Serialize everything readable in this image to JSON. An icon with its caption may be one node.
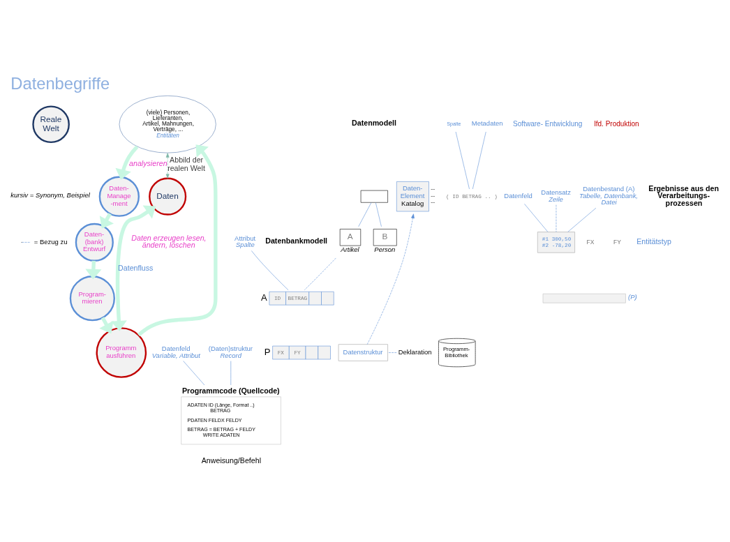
{
  "diagram": {
    "title": "Datenbegriffe",
    "nodes": [
      {
        "text": [
          "Reale Welt"
        ]
      },
      {
        "text": [
          "(viele) Personen, Lieferanten, Artikel, Mahnungen, Verträge, ...",
          "Entitäten"
        ]
      },
      {
        "text": [
          "Daten- Manage -ment"
        ]
      },
      {
        "text": [],
        "shape": "box"
      },
      {
        "text": [
          "A"
        ],
        "beside": [
          "Artikel"
        ]
      },
      {
        "text": [
          "B"
        ],
        "beside": [
          "Person"
        ]
      },
      {
        "text": [
          "Daten- Element",
          "Katalog"
        ],
        "beside": [
          "--",
          "--",
          "--"
        ]
      },
      {
        "text": [
          "Daten- (bank) Entwurf"
        ]
      },
      {
        "text": [
          "Spalte"
        ]
      },
      {
        "text": [
          "Datenfeld"
        ]
      },
      {
        "text": [
          "Metadaten"
        ]
      },
      {
        "text": [
          "( ID BETRAG .. )"
        ]
      },
      {
        "text": [
          "Attribut"
        ],
        "beside": [
          "Spalte"
        ]
      },
      {
        "text": [
          "ID",
          "BETRAG"
        ],
        "beside": [
          "A"
        ]
      },
      {
        "text": [
          "Datenstruktur"
        ]
      },
      {
        "text": [
          "FX",
          "FY"
        ],
        "beside": [
          "P"
        ]
      },
      {
        "text": [
          "Datensatz"
        ],
        "beside": [
          "Zeile"
        ]
      },
      {
        "text": [
          "#1 300,50",
          "#2 -78,20"
        ]
      },
      {
        "text": [
          "Datenbestand (A)"
        ],
        "beside": [
          "Tabelle, Datenbank, Datei"
        ]
      },
      {
        "text": [],
        "shape": "box",
        "beside": [
          "(P)"
        ]
      },
      {
        "text": [
          "Programmcode (Quellcode)",
          "ADATEN ID (Länge, Format ..) BETRAG",
          "PDATEN FELDX FELDY",
          "BETRAG = BETRAG + FELDY WRITE ADATEN"
        ]
      },
      {
        "text": [
          "Deklaration"
        ]
      },
      {
        "text": [
          "Datenfeld"
        ],
        "beside": [
          "Variable, Attribut"
        ]
      },
      {
        "text": [
          "(Daten)struktur"
        ],
        "beside": [
          "Record"
        ]
      },
      {
        "text": [
          "Daten"
        ]
      },
      {
        "text": [
          "Program- mieren"
        ]
      },
      {
        "text": [
          "Programm ausführen"
        ]
      },
      {
        "text": [
          "Programm- Bibliothek"
        ]
      }
    ],
    "edges": [
      {
        "from": 1,
        "to": 2,
        "arrow": "to",
        "label": "analysieren",
        "style": "thick",
        "color": "#c8f7e2"
      },
      {
        "from": 2,
        "to": 7,
        "arrow": "to",
        "style": "thick",
        "color": "#c8f7e2"
      },
      {
        "from": 7,
        "to": 25,
        "arrow": "to",
        "style": "thick",
        "color": "#c8f7e2"
      },
      {
        "from": 25,
        "to": 26,
        "arrow": "to",
        "style": "thick",
        "color": "#c8f7e2"
      },
      {
        "from": 26,
        "to": 1,
        "arrow": "to",
        "style": "thick",
        "color": "#c8f7e2"
      },
      {
        "from": 24,
        "to": 26,
        "arrow": "both",
        "label": "Datenfluss",
        "style": "thick",
        "color": "#c8f7e2"
      },
      {
        "from": 1,
        "to": 24,
        "arrow": "both",
        "label": "Abbild der realen Welt",
        "style": "dashed",
        "color": "#7fb8a8"
      },
      {
        "from": 3,
        "to": 4,
        "arrow": "none"
      },
      {
        "from": 3,
        "to": 5,
        "arrow": "none"
      },
      {
        "from": 4,
        "to": 13,
        "arrow": "none",
        "style": "dashed"
      },
      {
        "from": 14,
        "to": 6,
        "arrow": "to",
        "style": "dashed"
      },
      {
        "from": 21,
        "to": 14,
        "arrow": "none",
        "style": "dashed"
      },
      {
        "from": 8,
        "to": 11,
        "arrow": "none"
      },
      {
        "from": 9,
        "to": 17,
        "arrow": "none"
      },
      {
        "from": 10,
        "to": 11,
        "arrow": "none"
      },
      {
        "from": 18,
        "to": 17,
        "arrow": "none"
      },
      {
        "from": 16,
        "to": 17,
        "arrow": "none",
        "style": "dashed"
      },
      {
        "from": 12,
        "to": 13,
        "arrow": "none"
      },
      {
        "from": 22,
        "to": 20,
        "arrow": "none"
      },
      {
        "from": 23,
        "to": 20,
        "arrow": "none"
      }
    ],
    "labels": [
      "Datenmodell",
      "Entitätstyp",
      "Datenbankmodell",
      "Ergebnisse aus den Verarbeitungs- prozessen",
      "FX",
      "FY",
      "Software- Entwicklung",
      "lfd. Produktion",
      "Anweisung/Befehl",
      "Daten erzeugen lesen, ändern, löschen"
    ],
    "legend": [
      {
        "text": "kursiv = Synonym, Beispiel"
      },
      {
        "text": "= Bezug zu"
      }
    ]
  }
}
